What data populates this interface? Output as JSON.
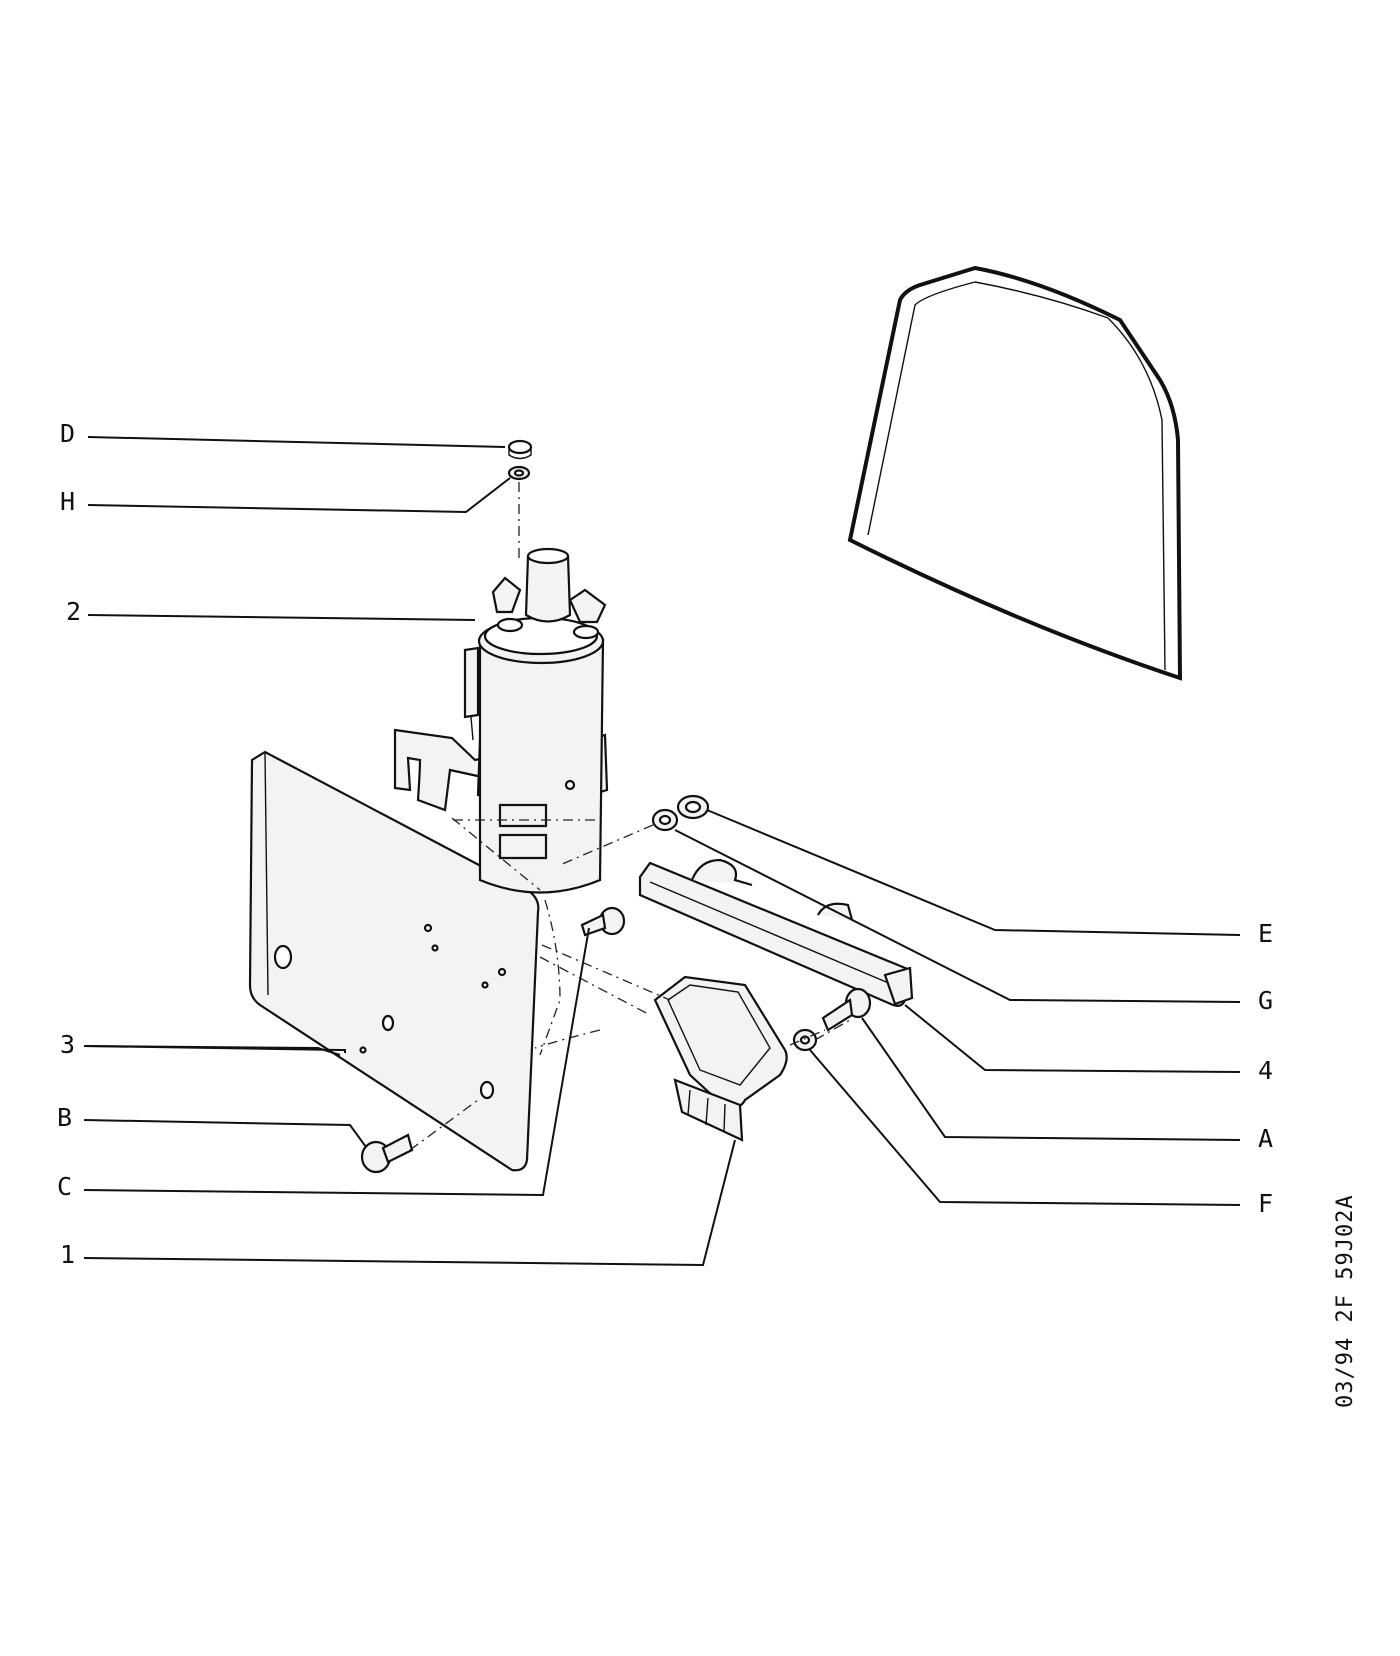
{
  "callouts": {
    "D": "D",
    "H": "H",
    "two": "2",
    "three": "3",
    "B": "B",
    "C": "C",
    "one": "1",
    "E": "E",
    "G": "G",
    "four": "4",
    "A": "A",
    "F": "F"
  },
  "drawing_code": "03/94 2F 59J02A"
}
